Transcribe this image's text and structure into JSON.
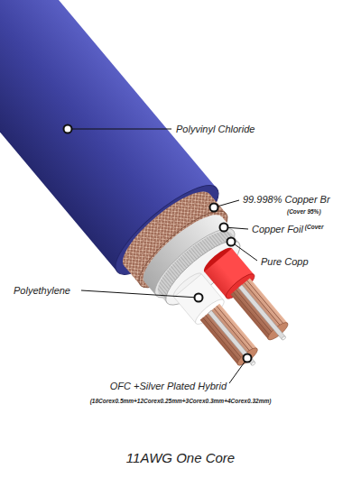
{
  "diagram": {
    "caption": "11AWG One Core",
    "labels": [
      "Polyvinyl Chloride",
      "99.998% Copper Br",
      "(Cover 95%)",
      "Copper Foil",
      "(Cover",
      "Pure Copp",
      "Polyethylene",
      "OFC +Silver Plated Hybrid",
      "(18Corex0.5mm+12Corex0.25mm+3Corex0.3mm+4Corex0.32mm)"
    ]
  }
}
